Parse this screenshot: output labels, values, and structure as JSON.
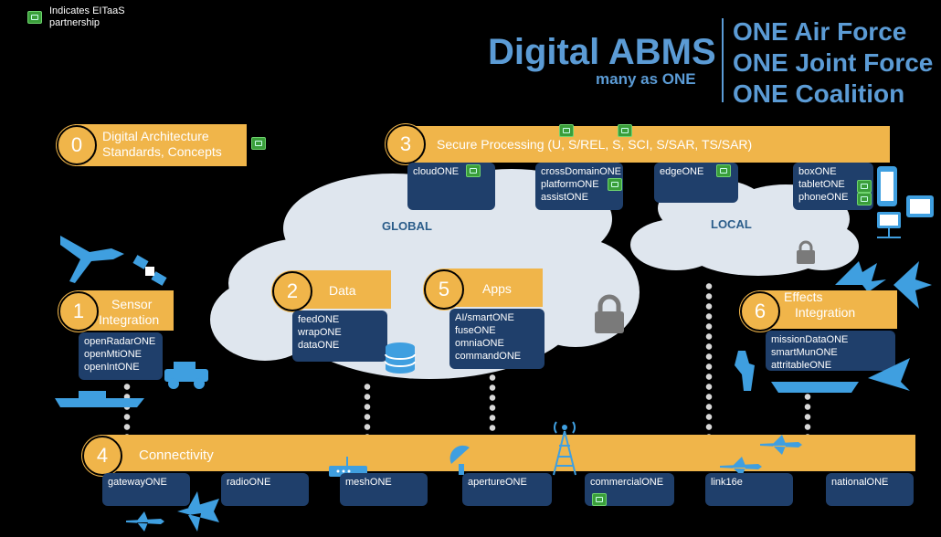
{
  "legend": {
    "text_line1": "Indicates EITaaS",
    "text_line2": "partnership"
  },
  "header": {
    "title": "Digital ABMS",
    "subtitle": "many as ONE",
    "lines": [
      "ONE Air Force",
      "ONE Joint Force",
      "ONE Coalition"
    ]
  },
  "pillars": {
    "p0": {
      "number": "0",
      "line1": "Digital Architecture",
      "line2": "Standards, Concepts"
    },
    "p3": {
      "number": "3",
      "title": "Secure Processing (U, S/REL, S, SCI, S/SAR, TS/SAR)"
    },
    "p1": {
      "number": "1",
      "line1": "Sensor",
      "line2": "Integration"
    },
    "p2": {
      "number": "2",
      "title": "Data"
    },
    "p5": {
      "number": "5",
      "title": "Apps"
    },
    "p6": {
      "number": "6",
      "line1": "Effects",
      "line2": "Integration"
    },
    "p4": {
      "number": "4",
      "title": "Connectivity"
    }
  },
  "clouds": {
    "global": "GLOBAL",
    "local": "LOCAL"
  },
  "boxes": {
    "cloud": [
      "cloudONE"
    ],
    "crossdomain": [
      "crossDomainONE",
      "platformONE",
      "assistONE"
    ],
    "edge": [
      "edgeONE"
    ],
    "devices": [
      "boxONE",
      "tabletONE",
      "phoneONE"
    ],
    "sensor": [
      "openRadarONE",
      "openMtiONE",
      "openIntONE"
    ],
    "data": [
      "feedONE",
      "wrapONE",
      "dataONE"
    ],
    "apps": [
      "AI/smartONE",
      "fuseONE",
      "omniaONE",
      "commandONE"
    ],
    "effects": [
      "missionDataONE",
      "smartMunONE",
      "attritableONE"
    ],
    "connectivity": [
      "gatewayONE",
      "radioONE",
      "meshONE",
      "apertureONE",
      "commercialONE",
      "link16e",
      "nationalONE"
    ]
  },
  "colors": {
    "orange": "#f0b54a",
    "blue_text": "#5b9bd5",
    "box": "#1f3f6b",
    "cloud": "#dfe6ee",
    "icon_blue": "#3f9fe0",
    "eitaas_green": "#3a9e3a"
  }
}
